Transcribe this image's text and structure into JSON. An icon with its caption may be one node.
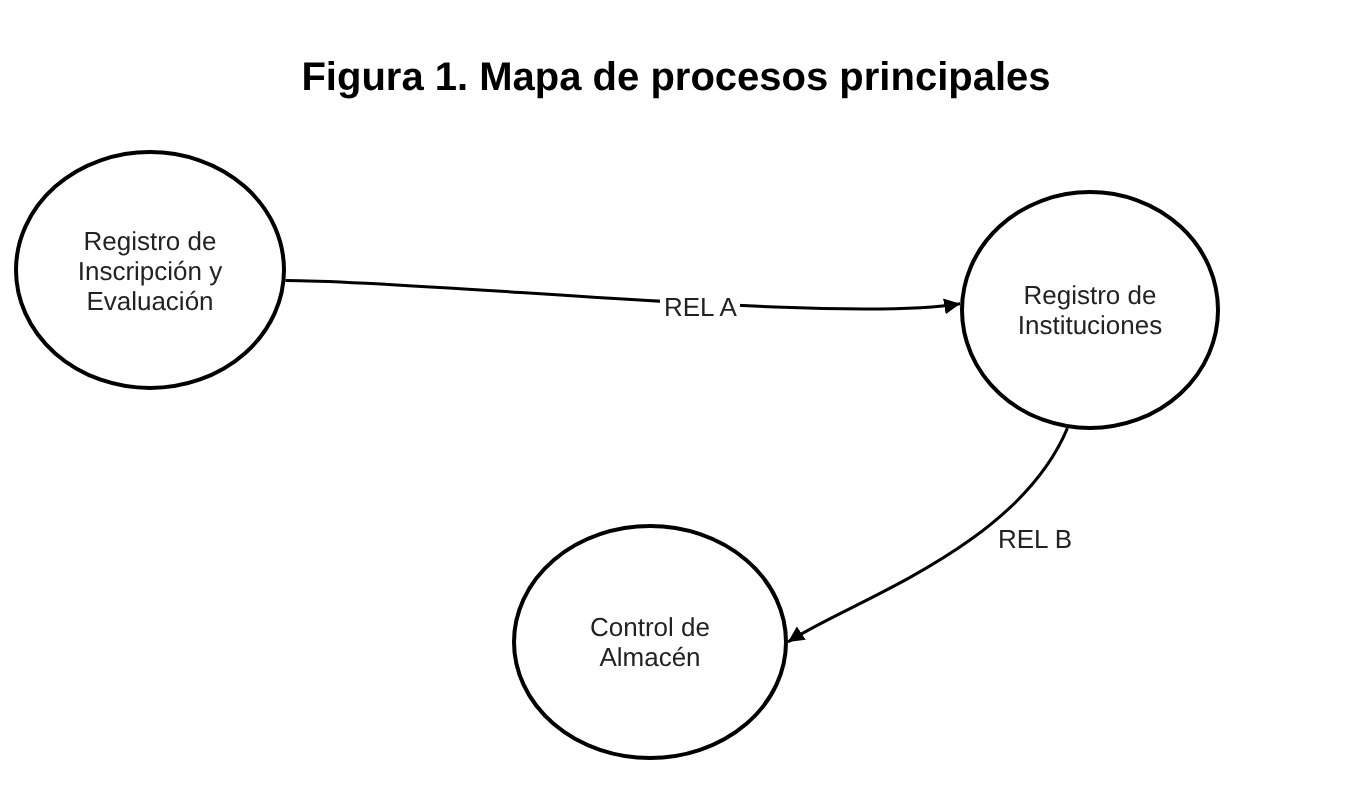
{
  "diagram": {
    "title": "Figura 1. Mapa de procesos principales",
    "nodes": [
      {
        "text": [
          "Registro de Inscripción y Evaluación"
        ]
      },
      {
        "text": [
          "Registro de Instituciones"
        ]
      },
      {
        "text": [
          "Control de Almacén"
        ]
      }
    ],
    "edges": [
      {
        "from": 0,
        "to": 1,
        "arrow": "to",
        "label": "REL A"
      },
      {
        "from": 1,
        "to": 2,
        "arrow": "to",
        "label": "REL B"
      }
    ]
  }
}
